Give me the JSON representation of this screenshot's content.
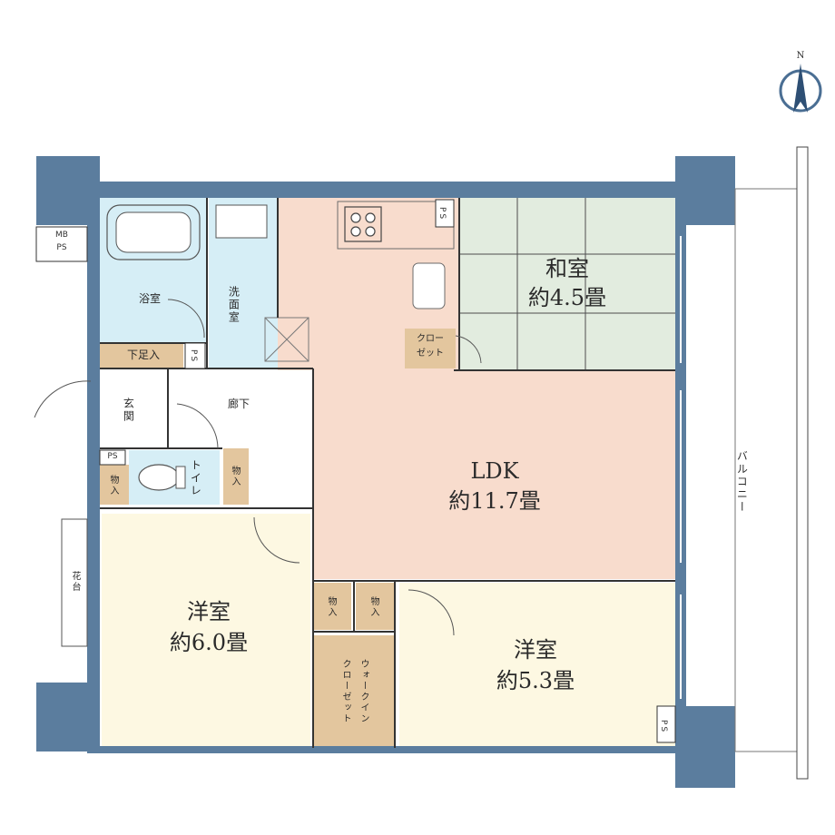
{
  "compass": {
    "north_label": "N"
  },
  "rooms": {
    "washitsu": {
      "name": "和室",
      "size": "約4.5畳"
    },
    "ldk": {
      "name": "LDK",
      "size": "約11.7畳"
    },
    "youshitsu_a": {
      "name": "洋室",
      "size": "約6.0畳"
    },
    "youshitsu_b": {
      "name": "洋室",
      "size": "約5.3畳"
    },
    "bath": {
      "name": "浴室"
    },
    "senmen": {
      "name": "洗面室"
    },
    "genkan": {
      "name": "玄関"
    },
    "rouka": {
      "name": "廊下"
    },
    "toilet": {
      "name": "トイレ"
    },
    "getabako": {
      "name": "下足入"
    },
    "closet": {
      "name": "クローゼット",
      "line1": "クロー",
      "line2": "ゼット"
    },
    "walkin": {
      "name": "ウォークインクローゼット",
      "line1": "ウォークイン",
      "line2": "クローゼット"
    },
    "storage_a": {
      "name": "物入"
    },
    "storage_b": {
      "name": "物入"
    },
    "storage_c": {
      "name": "物入"
    },
    "storage_d": {
      "name": "物入"
    },
    "balcony": {
      "name": "バルコニー"
    },
    "kadai": {
      "name": "花台"
    }
  },
  "ps_labels": {
    "mb": "MB",
    "ps": "PS"
  },
  "colors": {
    "wall": "#5b7d9e",
    "ldk": "#f8dccd",
    "washitsu": "#e2ecdf",
    "wet": "#d6eef6",
    "youshitsu": "#fdf8e2",
    "storage": "#e3c69e",
    "hall": "#ffffff"
  }
}
